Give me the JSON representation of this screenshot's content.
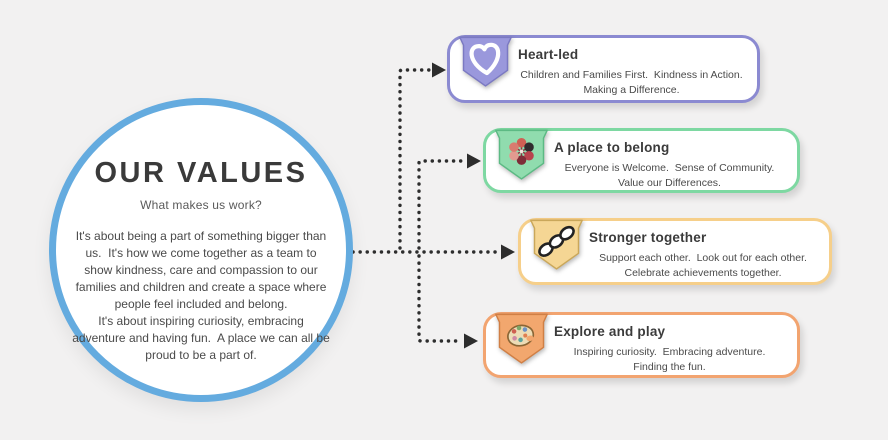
{
  "page": {
    "background_color": "#f2f1f1",
    "connector_color": "#2d2d2d"
  },
  "circle": {
    "title": "OUR VALUES",
    "subtitle": "What makes us work?",
    "paragraph1": "It's about being a part of something bigger than us.  It's how we come together as a team to show kindness, care and compassion to our families and children and create a space where people feel included and belong.",
    "paragraph2": "It's about inspiring curiosity, embracing adventure and having fun.  A place we can all be proud to be a part of.",
    "border_color": "#64abdf"
  },
  "cards": [
    {
      "title": "Heart-led",
      "body": "Children and Families First.  Kindness in Action.  Making a Difference.",
      "accent_color": "#8b8ad1",
      "badge_color": "#9a98dc",
      "icon": "heart-icon"
    },
    {
      "title": "A place to belong",
      "body": "Everyone is Welcome.  Sense of Community.  Value our Differences.",
      "accent_color": "#7ed8a2",
      "badge_color": "#90dcae",
      "icon": "flower-icon"
    },
    {
      "title": "Stronger together",
      "body": "Support each other.  Look out for each other.  Celebrate achievements together.",
      "accent_color": "#f6cf8a",
      "badge_color": "#f5d694",
      "icon": "chain-icon"
    },
    {
      "title": "Explore and play",
      "body": "Inspiring curiosity.  Embracing adventure.  Finding the fun.",
      "accent_color": "#f2a470",
      "badge_color": "#f2a76e",
      "icon": "palette-icon"
    }
  ]
}
